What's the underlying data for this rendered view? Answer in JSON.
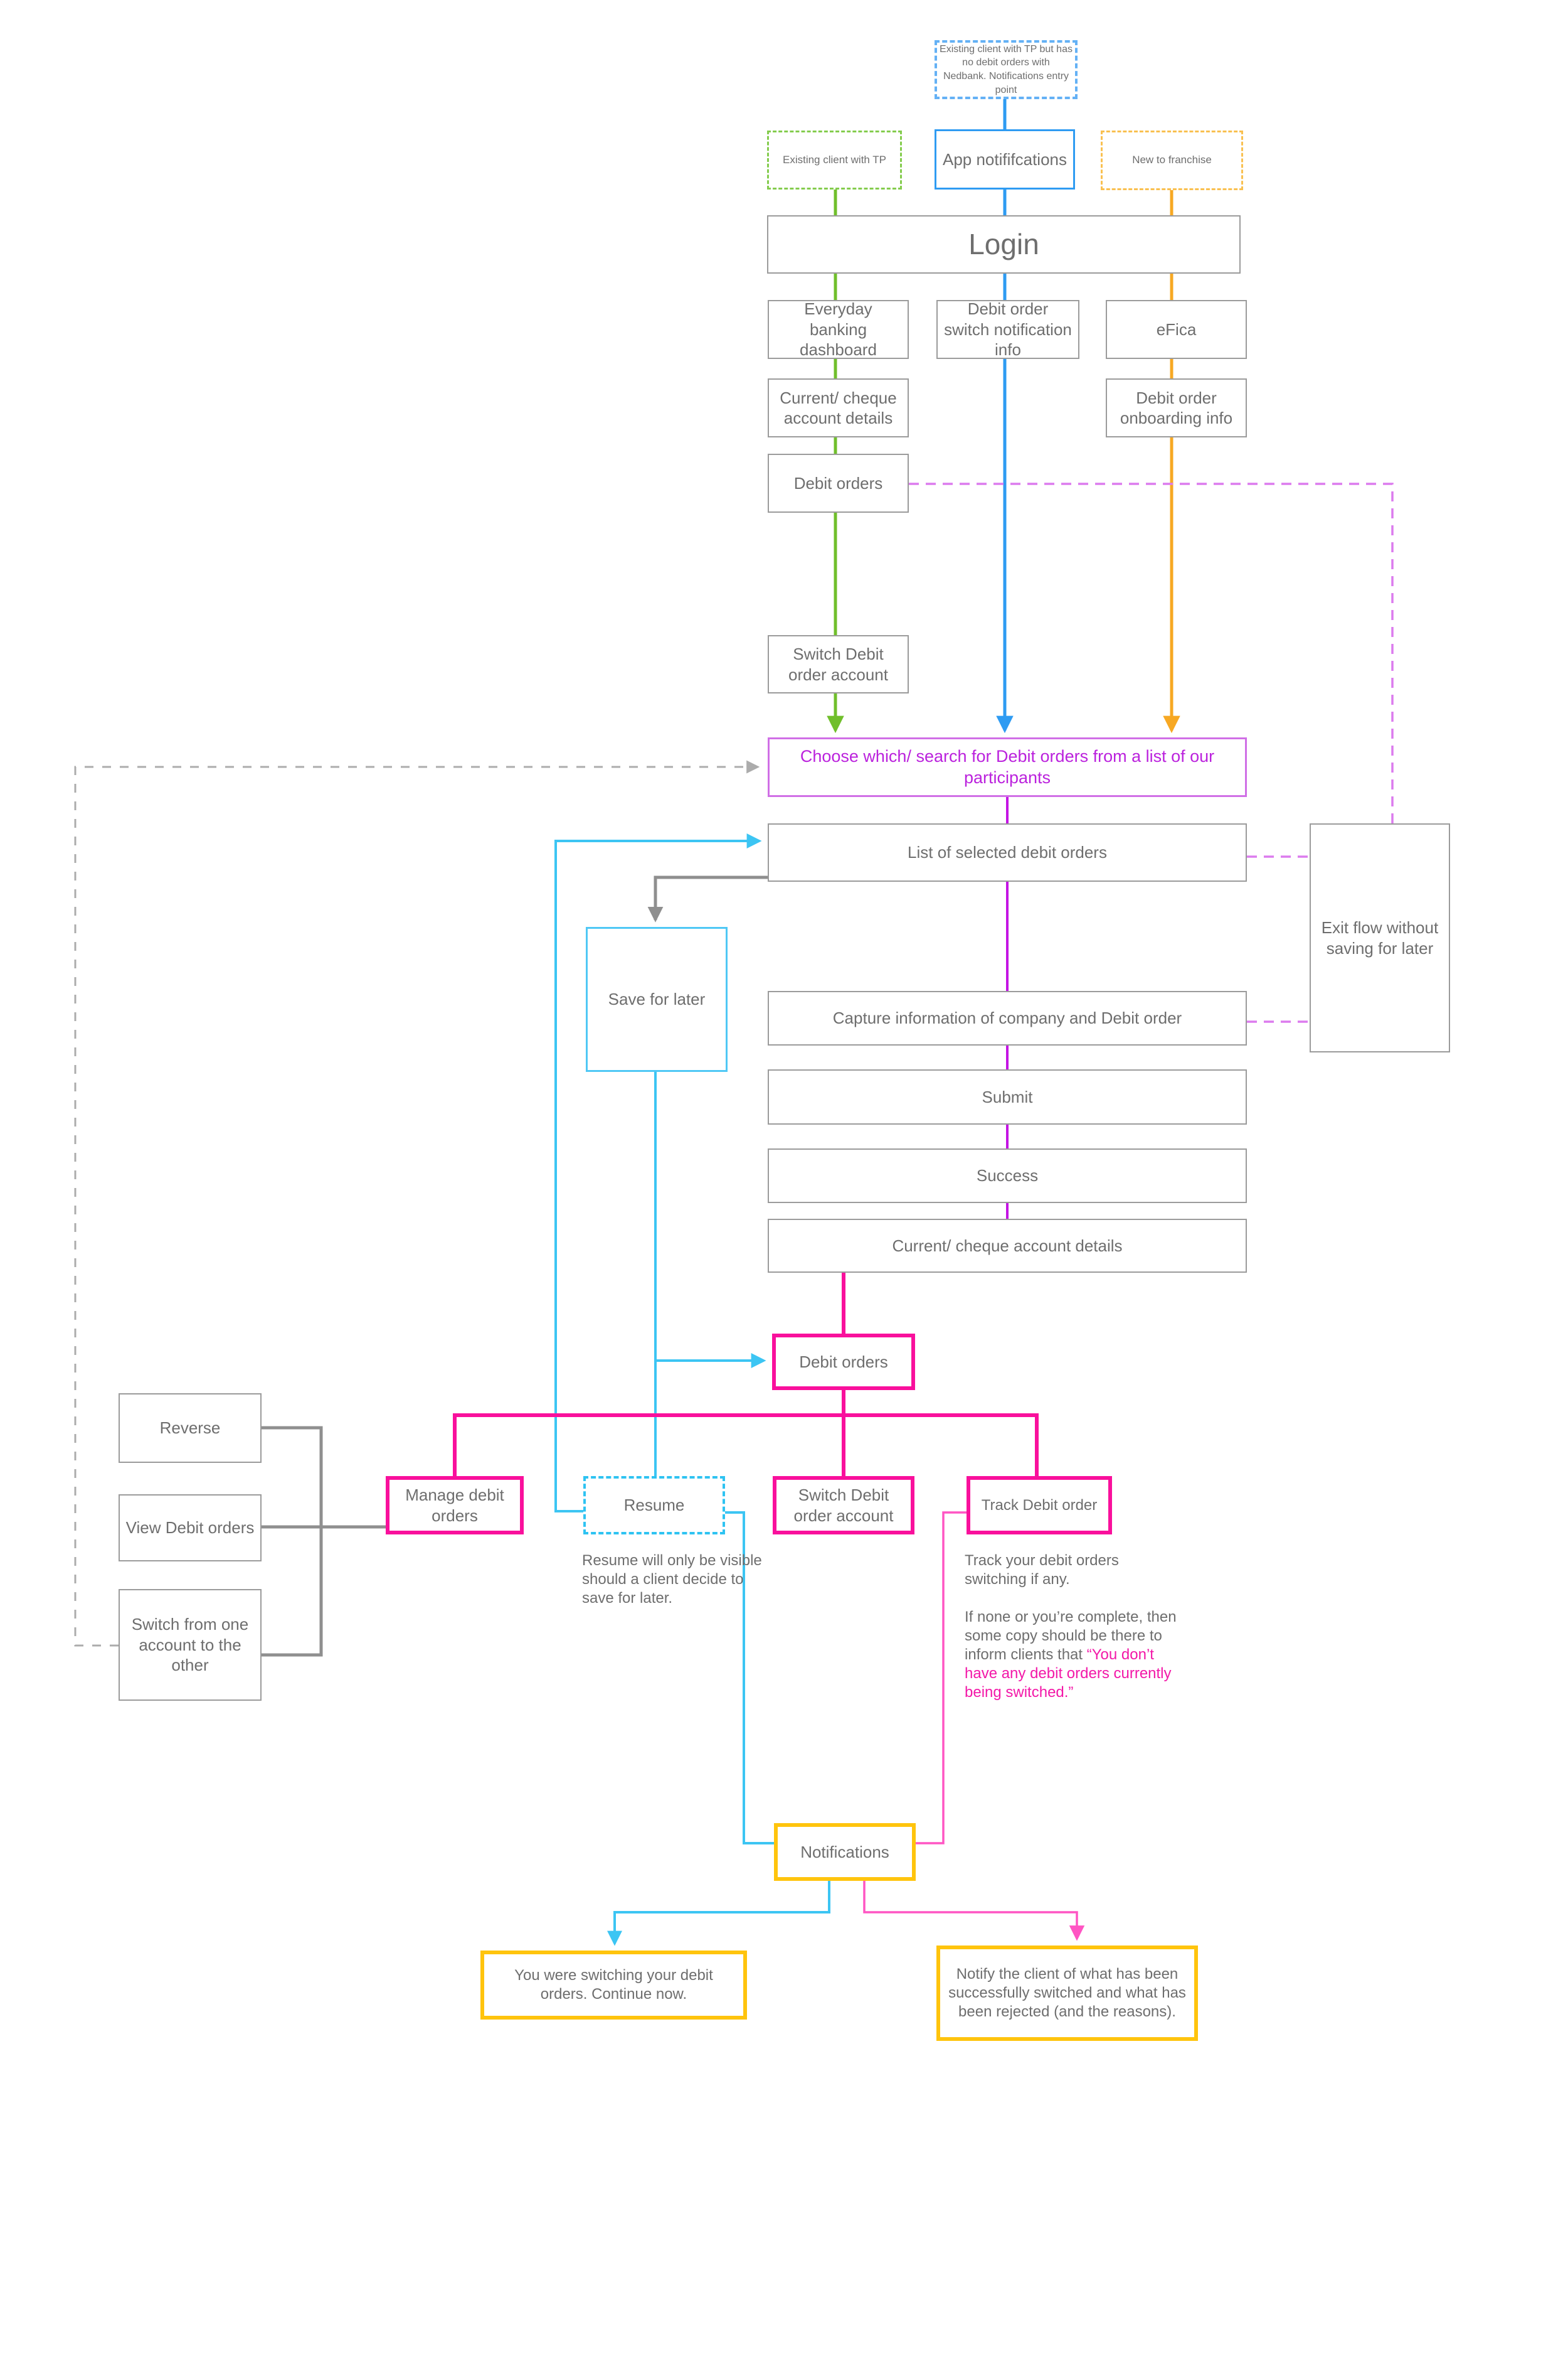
{
  "colors": {
    "green": "#70bf2b",
    "blue": "#2e9bf2",
    "orange": "#f7a823",
    "violet_line": "#c414e4",
    "violet_text": "#bb22dd",
    "orchid_dashed": "#dc7bee",
    "pink": "#f9109c",
    "light_pink": "#ff55c3",
    "cyan": "#3cc5f3",
    "yellow": "#ffc40d",
    "gray": "#8f8f8f"
  },
  "nodes": {
    "entry_note": {
      "label": "Existing client with TP but has no debit orders with Nedbank. Notifications entry point"
    },
    "existing_client": {
      "label": "Existing client with TP"
    },
    "app_notifications": {
      "label": "App notififcations"
    },
    "new_to_franchise": {
      "label": "New to franchise"
    },
    "login": {
      "label": "Login"
    },
    "everyday_banking": {
      "label": "Everyday banking dashboard"
    },
    "switch_notification_info": {
      "label": "Debit order switch notification info"
    },
    "efica": {
      "label": "eFica"
    },
    "current_cheque_1": {
      "label": "Current/ cheque account details"
    },
    "onboarding_info": {
      "label": "Debit order onboarding info"
    },
    "debit_orders_1": {
      "label": "Debit orders"
    },
    "switch_account_1": {
      "label": "Switch Debit order account"
    },
    "choose": {
      "label": "Choose which/ search for Debit orders from a list of our participants"
    },
    "list_selected": {
      "label": "List of selected debit orders"
    },
    "exit_flow": {
      "label": "Exit flow without saving for later"
    },
    "save_for_later": {
      "label": "Save for later"
    },
    "capture": {
      "label": "Capture information of company and Debit order"
    },
    "submit": {
      "label": "Submit"
    },
    "success": {
      "label": "Success"
    },
    "current_cheque_2": {
      "label": "Current/ cheque account details"
    },
    "debit_orders_2": {
      "label": "Debit orders"
    },
    "reverse": {
      "label": "Reverse"
    },
    "view_debit_orders": {
      "label": "View Debit orders"
    },
    "switch_one_account": {
      "label": "Switch from one account to the other"
    },
    "manage": {
      "label": "Manage debit orders"
    },
    "resume": {
      "label": "Resume"
    },
    "switch_account_2": {
      "label": "Switch Debit order account"
    },
    "track": {
      "label": "Track Debit order"
    },
    "notifications": {
      "label": "Notifications"
    },
    "continue_note": {
      "label": "You were switching your debit orders. Continue now."
    },
    "notify_note": {
      "label": "Notify the client of what has been successfully switched and what has been rejected (and the reasons)."
    }
  },
  "notes": {
    "resume": "Resume will only be visible should a client decide to save for later.",
    "track_p1": "Track your debit orders switching if any.",
    "track_p2": "If none or you’re complete, then some copy should be there to inform clients that ",
    "track_quote": "“You don’t have any debit orders currently being switched.”"
  }
}
